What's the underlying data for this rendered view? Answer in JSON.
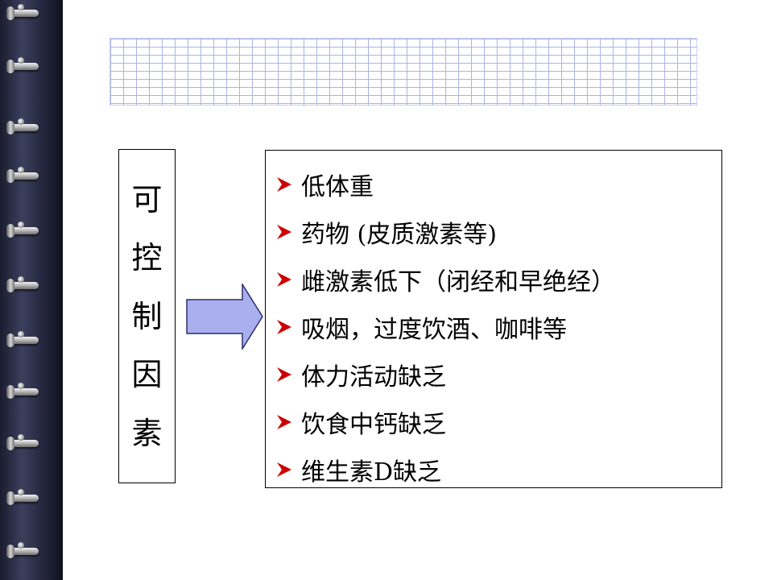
{
  "slide": {
    "label_chars": [
      "可",
      "控",
      "制",
      "因",
      "素"
    ],
    "items": [
      "低体重",
      "药物 (皮质激素等)",
      "雌激素低下（闭经和早绝经）",
      "吸烟，过度饮酒、咖啡等",
      "体力活动缺乏",
      "饮食中钙缺乏",
      "维生素D缺乏"
    ],
    "bullet_icon": "arrowhead-bullet-icon",
    "bullet_color": "#cc0000",
    "arrow_color": "#aab0ee",
    "grid_color": "#aab4e6"
  }
}
